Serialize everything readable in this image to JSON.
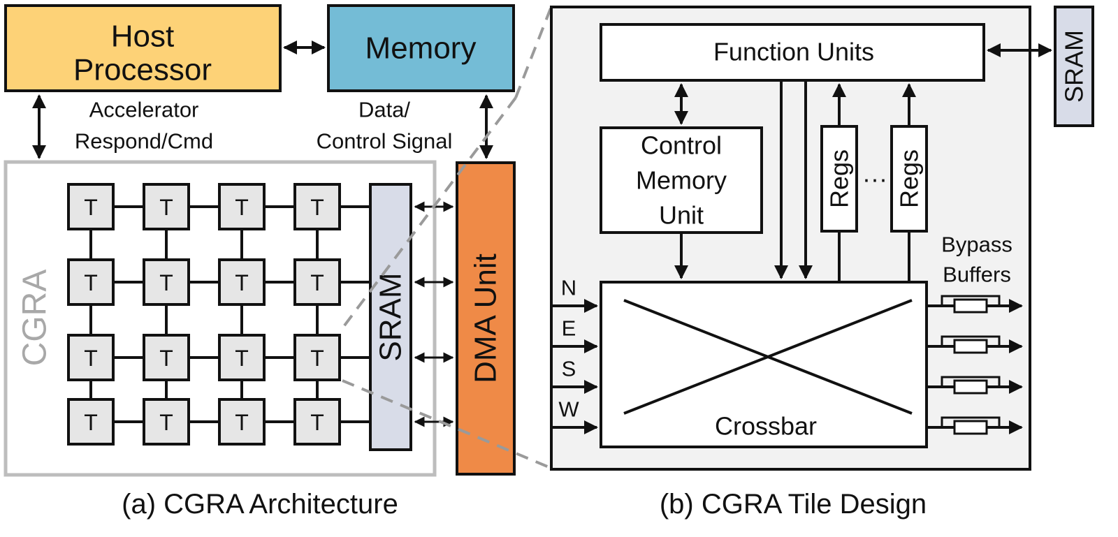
{
  "colors": {
    "host": "#fdd277",
    "memory": "#74bcd6",
    "dma": "#ef8a47",
    "sram": "#d8dce8",
    "tile": "#e6e6e6",
    "panel": "#f2f2f2",
    "cgra_border": "#bdbdbd",
    "cgra_label": "#a8a8a8",
    "stroke": "#111111"
  },
  "left": {
    "host_line1": "Host",
    "host_line2": "Processor",
    "memory": "Memory",
    "accel_line1": "Accelerator",
    "accel_line2": "Respond/Cmd",
    "data_line1": "Data/",
    "data_line2": "Control Signal",
    "cgra": "CGRA",
    "sram": "SRAM",
    "dma": "DMA Unit",
    "tile": "T"
  },
  "right": {
    "function_units": "Function Units",
    "sram": "SRAM",
    "control_line1": "Control",
    "control_line2": "Memory",
    "control_line3": "Unit",
    "regs1": "Regs",
    "regs2": "Regs",
    "ellipsis": "···",
    "bypass_line1": "Bypass",
    "bypass_line2": "Buffers",
    "crossbar": "Crossbar",
    "port_n": "N",
    "port_e": "E",
    "port_s": "S",
    "port_w": "W"
  },
  "captions": {
    "left": "(a) CGRA Architecture",
    "right": "(b) CGRA Tile Design"
  }
}
